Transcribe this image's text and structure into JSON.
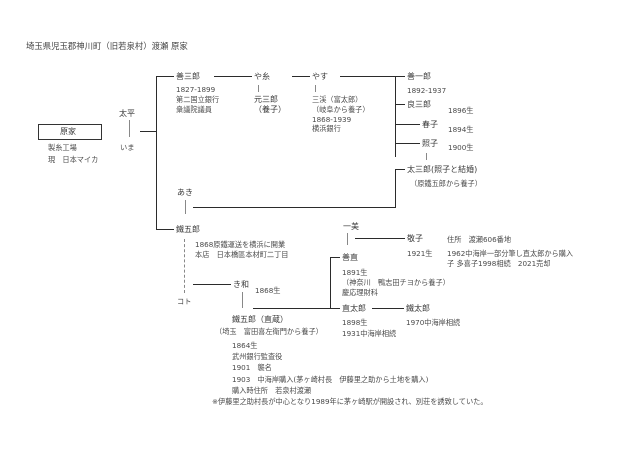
{
  "title": "埼玉県児玉郡神川町（旧若泉村）渡瀬 原家",
  "root": {
    "name": "原家",
    "note1": "製糸工場",
    "note2": "現　日本マイカ"
  },
  "gen1": {
    "husband": "太平",
    "wife": "いま"
  },
  "zensaburo": {
    "name": "善三郎",
    "years": "1827-1899",
    "note1": "第二国立銀行",
    "note2": "衆議院議員"
  },
  "yaito": {
    "name": "や糸",
    "spouse": "元三郎",
    "spouse_note": "（養子）"
  },
  "yasu": {
    "name": "やす",
    "spouse": "三渓（富太郎）",
    "spouse_note": "（岐阜から養子）",
    "years": "1868-1939",
    "note": "横浜銀行"
  },
  "children_yasu": [
    {
      "name": "善一郎",
      "info": "1892-1937"
    },
    {
      "name": "良三郎",
      "info": "1896生"
    },
    {
      "name": "春子",
      "info": "1894生"
    },
    {
      "name": "照子",
      "info": "1900生"
    }
  ],
  "tasaburo": {
    "name": "太三郎(照子と結婚)",
    "note": "（原鐵五郎から養子）"
  },
  "aki": {
    "name": "あき"
  },
  "tetsugoro": {
    "name": "鐵五郎",
    "note1": "1868原鐵運送を横浜に開業",
    "note2": "本店　日本橋區本材町二丁目",
    "wife": "コト"
  },
  "kiwa": {
    "name": "き和",
    "info": "1868生"
  },
  "tetsugoro2": {
    "name": "鐵五郎（直蔵）",
    "origin": "（埼玉　富田喜左衛門から養子）",
    "details": [
      "1864生",
      "武州銀行監査役",
      "1901　襲名",
      "1903　中海岸購入(茅ヶ崎村長　伊藤里之助から土地を購入)",
      "購入時住所　若泉村渡瀬"
    ]
  },
  "kazumi": {
    "name": "一美"
  },
  "keiko": {
    "name": "敬子",
    "info": "1921生",
    "address": "住所　渡瀬606番地",
    "note1": "1962中海岸一部分筆し直太郎から購入",
    "note2": "子 多喜子1998相続　2021売却"
  },
  "yoshinao": {
    "name": "善直",
    "info1": "1891生",
    "info2": "（神奈川　鴨志田チヨから養子）",
    "info3": "慶応理財科"
  },
  "naotaro": {
    "name": "直太郎",
    "info1": "1898生",
    "info2": "1931中海岸相続"
  },
  "tetsutaro": {
    "name": "鐵太郎",
    "info": "1970中海岸相続"
  },
  "footnote": "※伊藤里之助村長が中心となり1989年に茅ヶ崎駅が開設され、別荘を誘致していた。"
}
